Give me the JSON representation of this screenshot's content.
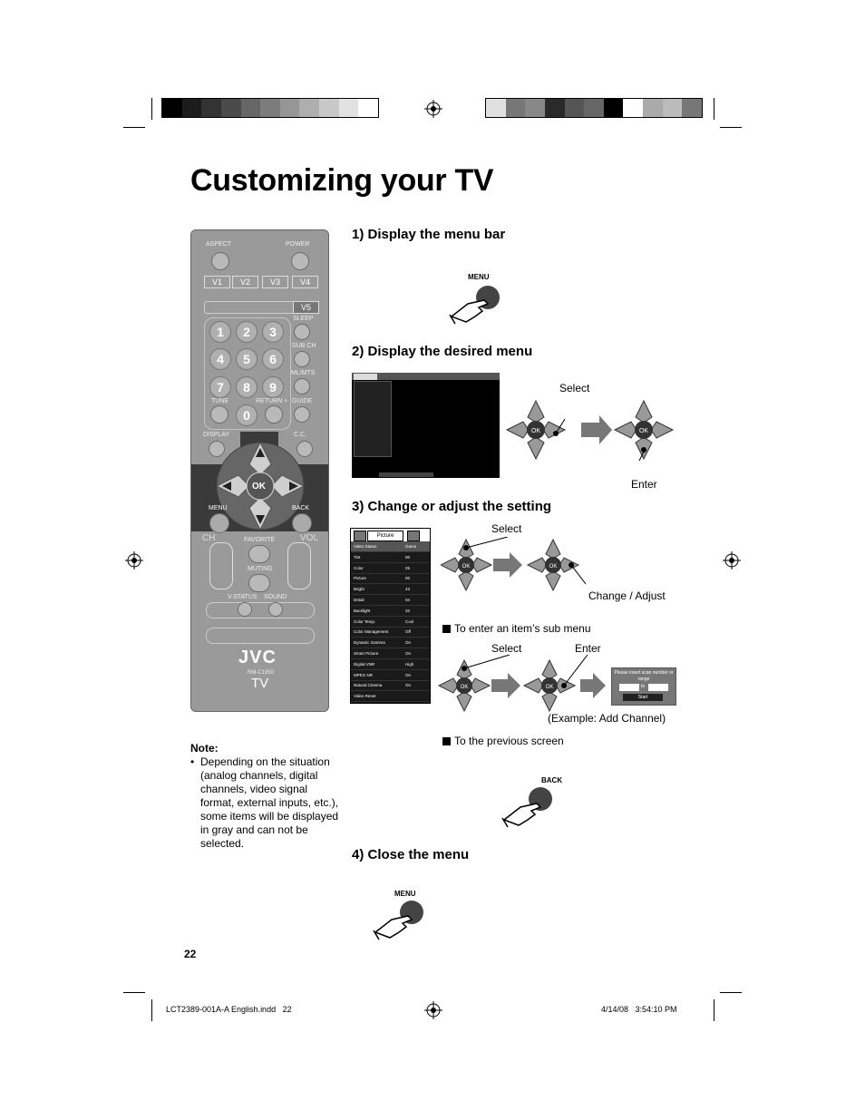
{
  "page": {
    "title": "Customizing your TV",
    "page_number": "22",
    "footer_left": "LCT2389-001A-A English.indd   22",
    "footer_right": "4/14/08   3:54:10 PM"
  },
  "steps": [
    {
      "label": "1)  Display the menu bar",
      "button": "MENU"
    },
    {
      "label": "2)  Display the desired menu",
      "select": "Select",
      "enter": "Enter"
    },
    {
      "label": "3)  Change or adjust the setting",
      "select": "Select",
      "change_adjust": "Change / Adjust",
      "sub_menu": "To enter an item’s sub menu",
      "sub_select": "Select",
      "sub_enter": "Enter",
      "example": "(Example:  Add Channel)",
      "previous": "To the previous screen",
      "back_button": "BACK"
    },
    {
      "label": "4)  Close the menu",
      "button": "MENU"
    }
  ],
  "note": {
    "heading": "Note:",
    "bullet": "Depending on the situation (analog channels, digital channels, video signal format, external inputs, etc.), some items will be displayed in gray and can not be selected."
  },
  "remote": {
    "aspect": "ASPECT",
    "power": "POWER",
    "v1": "V1",
    "v2": "V2",
    "v3": "V3",
    "v4": "V4",
    "v5": "V5",
    "sleep": "SLEEP",
    "sub_ch": "SUB CH",
    "ml_mts": "ML/MTS",
    "tune": "TUNE",
    "return": "RETURN +",
    "guide": "GUIDE",
    "display": "DISPLAY",
    "cc": "C.C.",
    "ok": "OK",
    "menu": "MENU",
    "back": "BACK",
    "ch": "CH",
    "vol": "VOL",
    "favorite": "FAVORITE",
    "muting": "MUTING",
    "vstatus": "V.STATUS",
    "sound": "SOUND",
    "brand": "JVC",
    "model": "RM-C1950",
    "tv": "TV",
    "digits": [
      "1",
      "2",
      "3",
      "4",
      "5",
      "6",
      "7",
      "8",
      "9",
      "0"
    ]
  },
  "picture_menu": {
    "tab": "Picture",
    "items": [
      {
        "name": "Video Status",
        "value": "Game"
      },
      {
        "name": "Tint",
        "value": "00"
      },
      {
        "name": "Color",
        "value": "25"
      },
      {
        "name": "Picture",
        "value": "00"
      },
      {
        "name": "Bright",
        "value": "43"
      },
      {
        "name": "Detail",
        "value": "04"
      },
      {
        "name": "Backlight",
        "value": "32"
      },
      {
        "name": "Color Temp.",
        "value": "Cool"
      },
      {
        "name": "Color Management",
        "value": "Off"
      },
      {
        "name": "Dynamic Gamma",
        "value": "On"
      },
      {
        "name": "Smart Picture",
        "value": "On"
      },
      {
        "name": "Digital VNR",
        "value": "High"
      },
      {
        "name": "MPEG NR",
        "value": "On"
      },
      {
        "name": "Natural Cinema",
        "value": "On"
      },
      {
        "name": "Video Reset",
        "value": ""
      }
    ]
  },
  "add_channel": {
    "prompt": "Please insert scan number or range",
    "to": "to",
    "start": "Start"
  },
  "colors": {
    "remote_body": "#9a9a9a",
    "remote_band": "#3a3a3a"
  }
}
